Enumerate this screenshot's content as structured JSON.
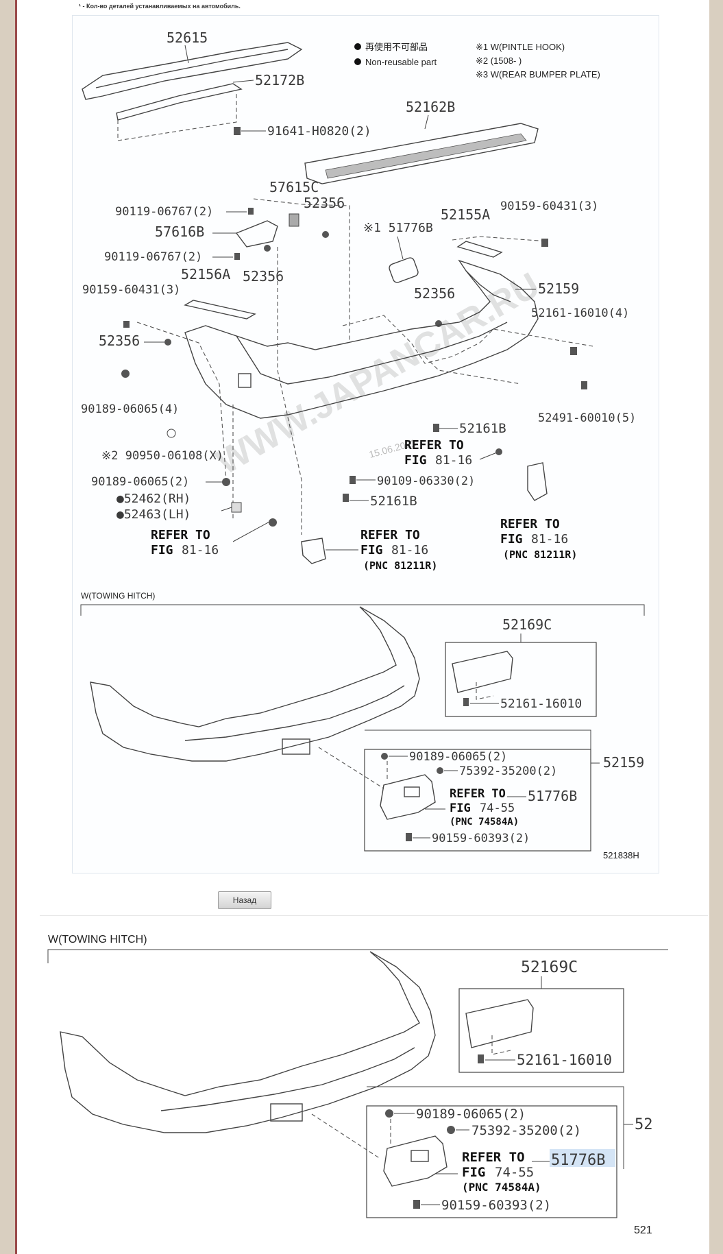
{
  "note": "¹ - Кол-во деталей устанавливаемых на автомобиль.",
  "legend": {
    "jp": "再使用不可部品",
    "en": "Non-reusable part",
    "n1": "※1 W(PINTLE HOOK)",
    "n2": "※2 (1508-     )",
    "n3": "※3 W(REAR BUMPER PLATE)"
  },
  "watermark": "WWW.JAPANCAR.RU",
  "watermark_date": "15.06.2021",
  "labels": {
    "p52615": "52615",
    "p52172B": "52172B",
    "p91641": "91641-H0820(2)",
    "p52162B": "52162B",
    "p57615C": "57615C",
    "p52356a": "52356",
    "p90119a": "90119-06767(2)",
    "p57616B": "57616B",
    "p90119b": "90119-06767(2)",
    "p52356b": "52356",
    "p52156A": "52156A",
    "p90159a": "90159-60431(3)",
    "p52356c": "52356",
    "p51776B_top": "※1 51776B",
    "p52155A": "52155A",
    "p90159b": "90159-60431(3)",
    "p52356d": "52356",
    "p52159": "52159",
    "p52161_16010_4": "52161-16010(4)",
    "p90189a": "90189-06065(4)",
    "p52491": "52491-60010(5)",
    "p52161B_a": "52161B",
    "p90950": "※2 90950-06108(X)",
    "p90189b": "90189-06065(2)",
    "p52462": "●52462(RH)",
    "p52463": "●52463(LH)",
    "p90109": "90109-06330(2)",
    "p52161B_b": "52161B",
    "ref1_a": "REFER TO",
    "ref1_b": "FIG",
    "ref1_c": "81-16",
    "ref2_a": "REFER TO",
    "ref2_b": "FIG",
    "ref2_c": "81-16",
    "ref3_a": "REFER TO",
    "ref3_b": "FIG",
    "ref3_c": "81-16",
    "ref3_d": "(PNC 81211R)",
    "ref4_a": "REFER TO",
    "ref4_b": "FIG",
    "ref4_c": "81-16",
    "ref4_d": "(PNC 81211R)"
  },
  "towing1": {
    "title": "W(TOWING HITCH)",
    "p52169C": "52169C",
    "p52161_16010": "52161-16010",
    "p52159": "52159",
    "p90189": "90189-06065(2)",
    "p75392": "75392-35200(2)",
    "ref_a": "REFER TO",
    "ref_b": "FIG",
    "ref_c": "74-55",
    "ref_d": "(PNC 74584A)",
    "p51776B": "51776B",
    "p90159": "90159-60393(2)",
    "code": "521838H"
  },
  "back_button": "Назад",
  "towing2": {
    "title": "W(TOWING HITCH)",
    "p52169C": "52169C",
    "p52161_16010": "52161-16010",
    "p52_trunc": "52",
    "p90189": "90189-06065(2)",
    "p75392": "75392-35200(2)",
    "ref_a": "REFER TO",
    "ref_b": "FIG",
    "ref_c": "74-55",
    "ref_d": "(PNC 74584A)",
    "p51776B": "51776B",
    "p90159": "90159-60393(2)",
    "code": "521"
  }
}
